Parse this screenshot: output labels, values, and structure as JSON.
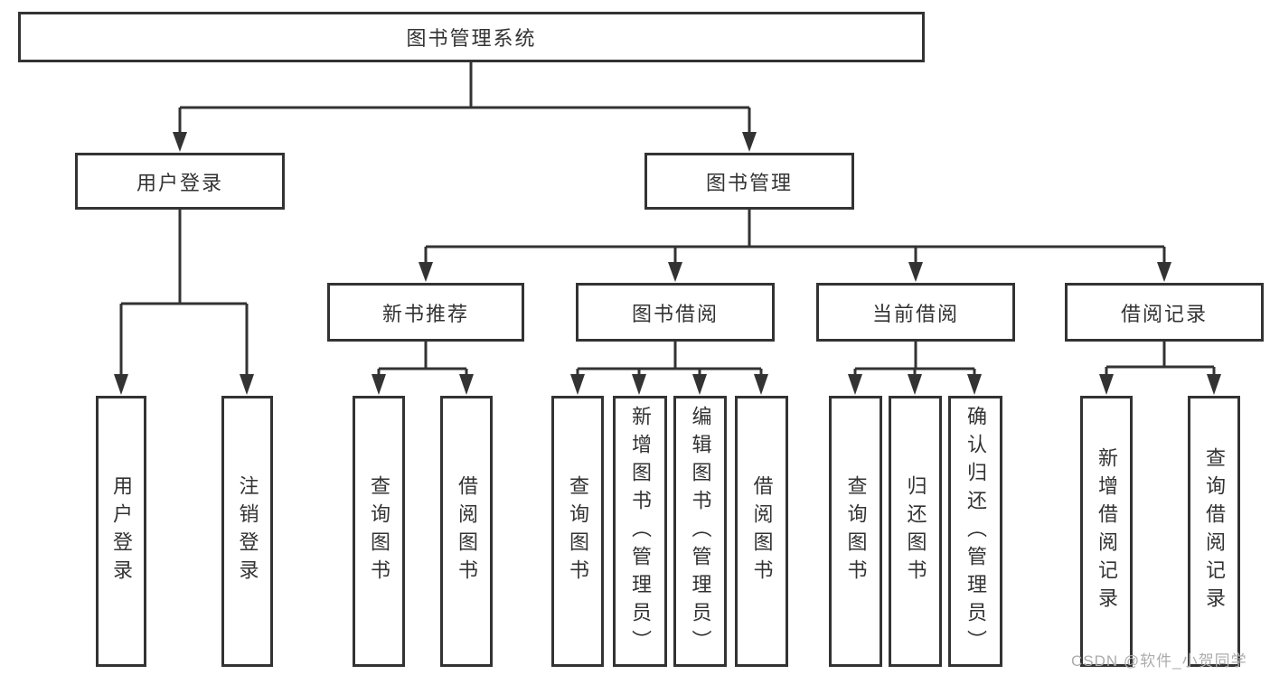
{
  "diagram_type": "hierarchy-tree",
  "colors": {
    "line": "#333333",
    "text": "#333333",
    "box_background": "#ffffff",
    "watermark": "#acacac"
  },
  "tree": {
    "label": "图书管理系统",
    "children": [
      {
        "label": "用户登录",
        "children": [
          {
            "label": "用户登录"
          },
          {
            "label": "注销登录"
          }
        ]
      },
      {
        "label": "图书管理",
        "children": [
          {
            "label": "新书推荐",
            "children": [
              {
                "label": "查询图书"
              },
              {
                "label": "借阅图书"
              }
            ]
          },
          {
            "label": "图书借阅",
            "children": [
              {
                "label": "查询图书"
              },
              {
                "label": "新增图书（管理员）"
              },
              {
                "label": "编辑图书（管理员）"
              },
              {
                "label": "借阅图书"
              }
            ]
          },
          {
            "label": "当前借阅",
            "children": [
              {
                "label": "查询图书"
              },
              {
                "label": "归还图书"
              },
              {
                "label": "确认归还（管理员）"
              }
            ]
          },
          {
            "label": "借阅记录",
            "children": [
              {
                "label": "新增借阅记录"
              },
              {
                "label": "查询借阅记录"
              }
            ]
          }
        ]
      }
    ]
  },
  "watermark": {
    "text": "CSDN @软件_小贺同学"
  }
}
